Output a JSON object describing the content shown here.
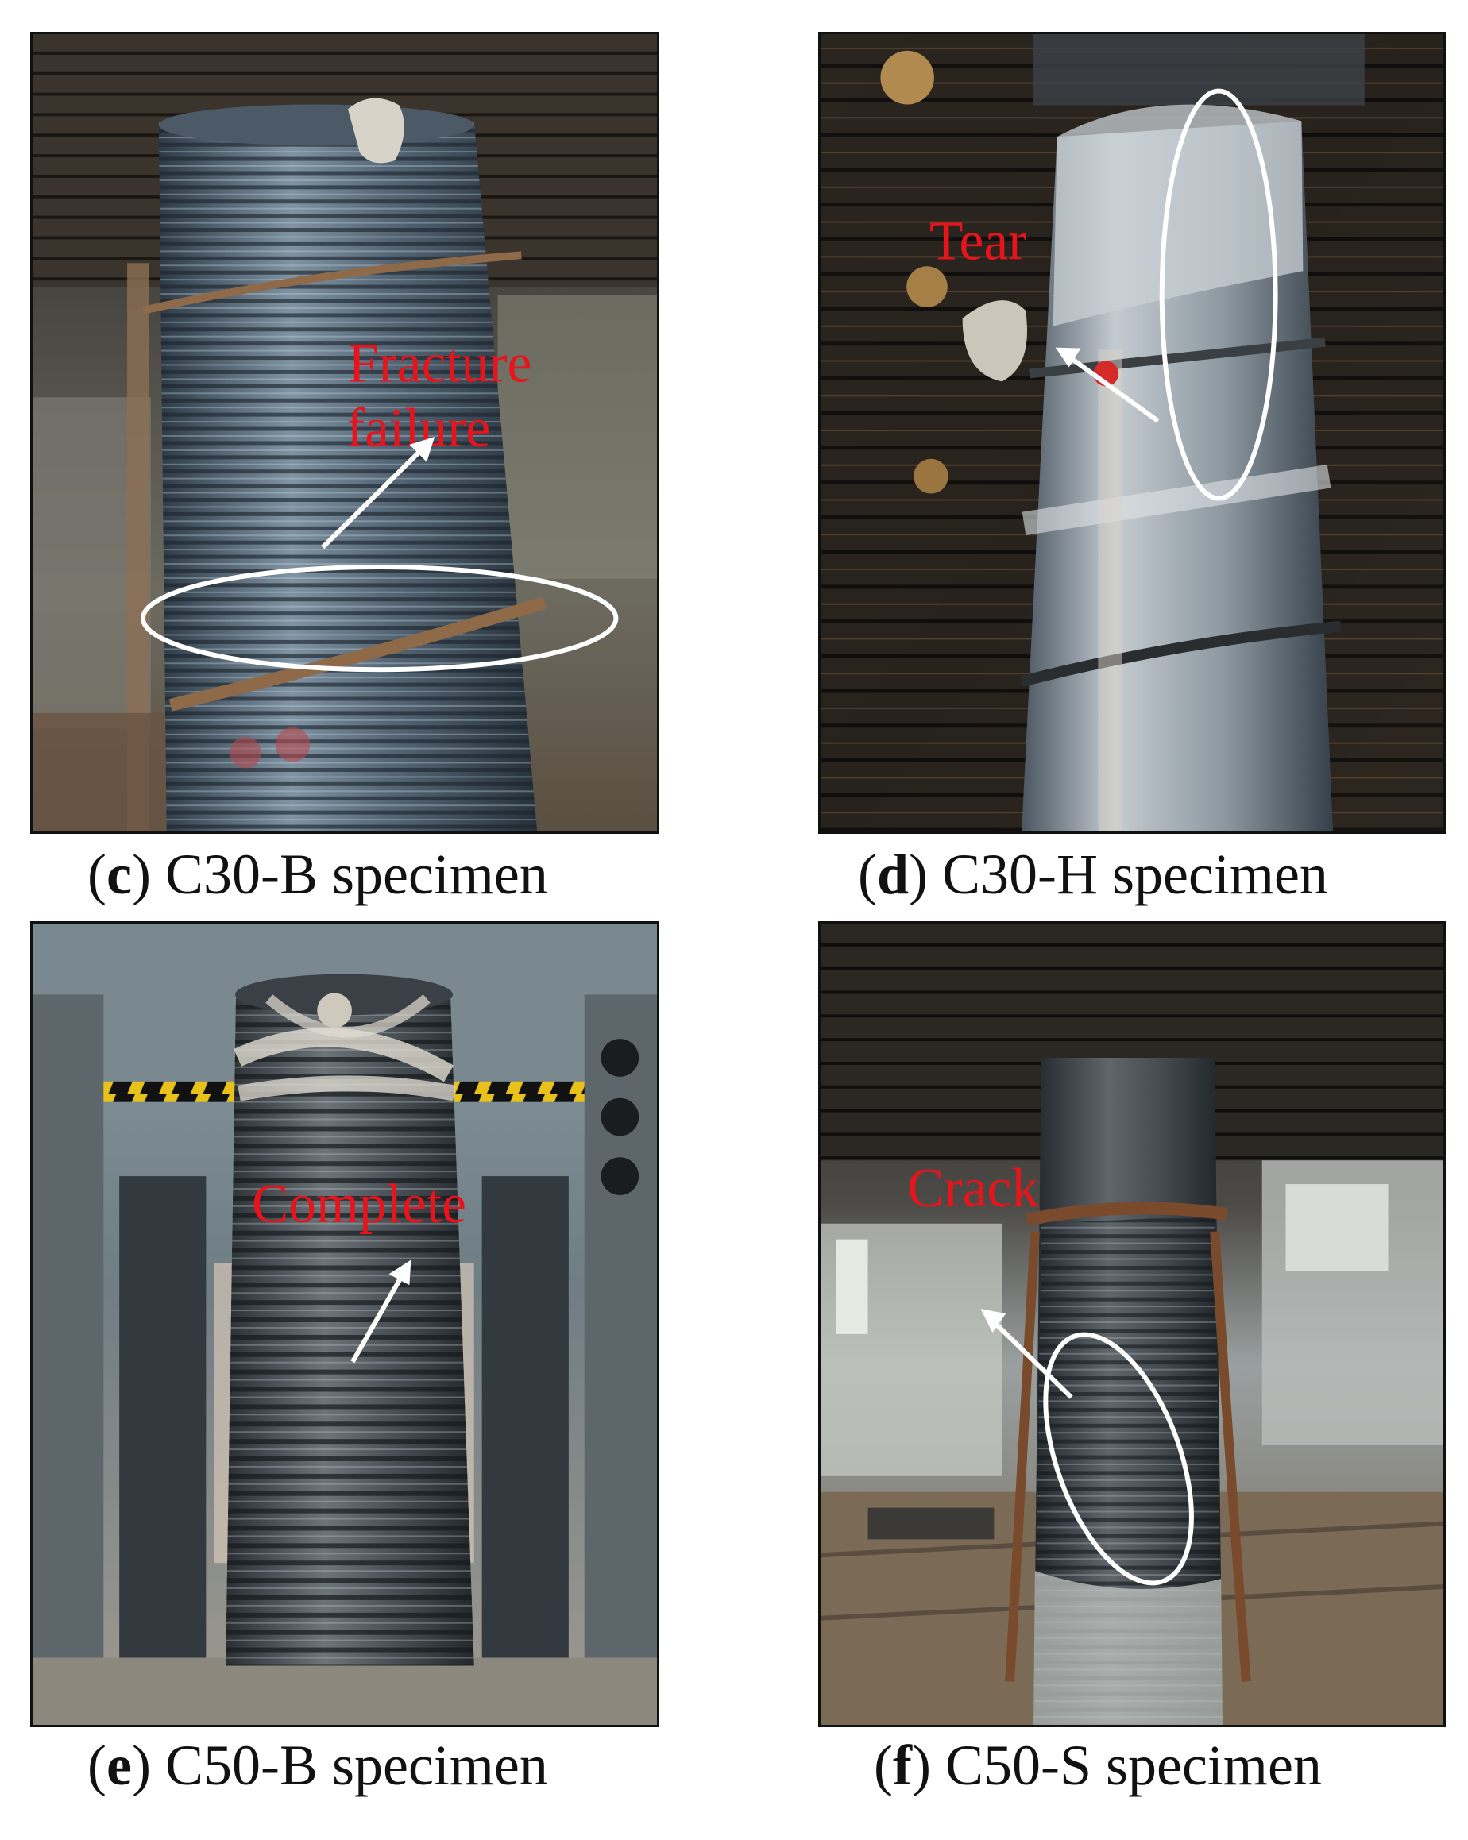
{
  "panels": [
    {
      "letter": "c",
      "caption_rest": "C30-B specimen",
      "annotation_lines": [
        "Fracture",
        "failure"
      ]
    },
    {
      "letter": "d",
      "caption_rest": "C30-H specimen",
      "annotation_lines": [
        "Tear"
      ]
    },
    {
      "letter": "e",
      "caption_rest": "C50-B specimen",
      "annotation_lines": [
        "Complete"
      ]
    },
    {
      "letter": "f",
      "caption_rest": "C50-S specimen",
      "annotation_lines": [
        "Crack"
      ]
    }
  ],
  "colors": {
    "annotation_text": "#e8131b",
    "marker_outline": "#ffffff",
    "frame": "#111111",
    "caption_text": "#111111"
  }
}
